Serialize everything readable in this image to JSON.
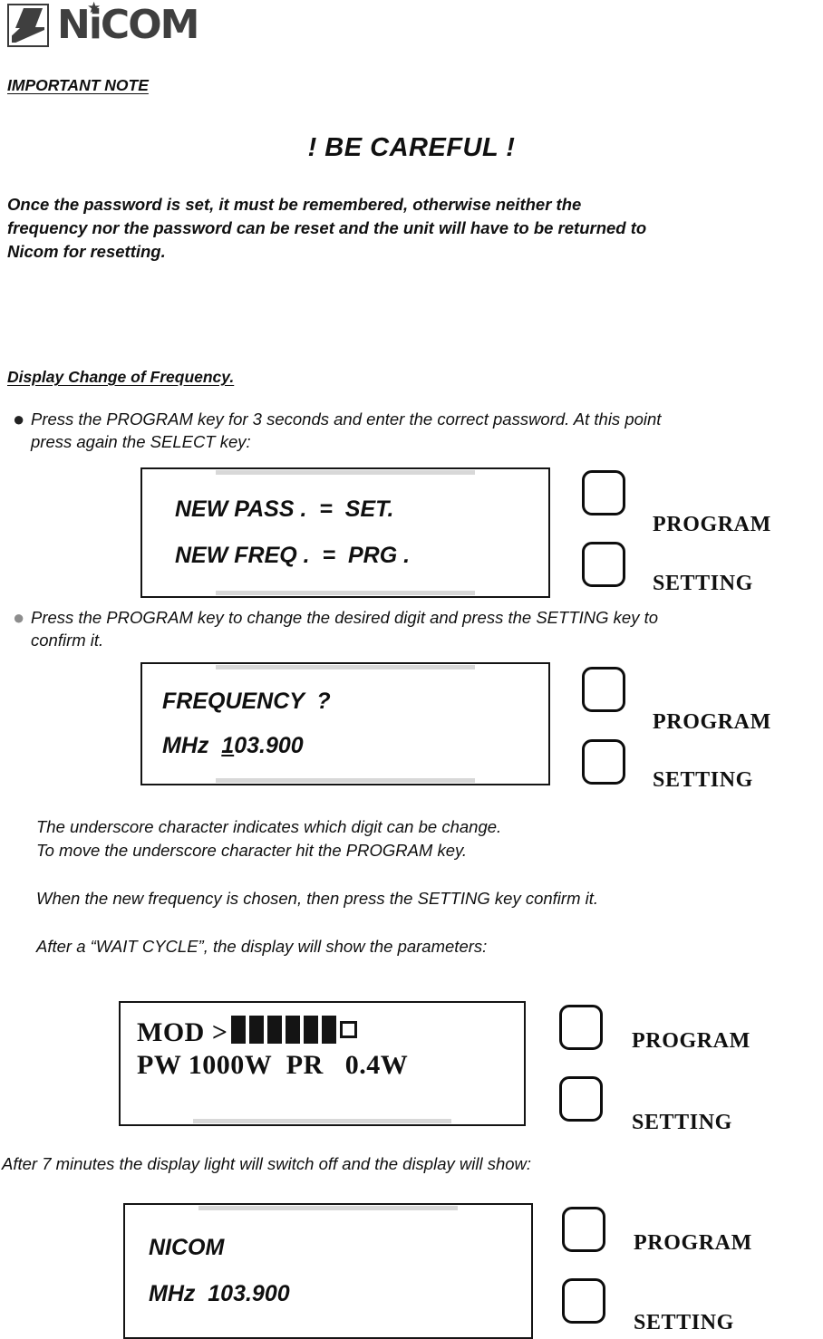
{
  "brand": {
    "logo_text": "NiCOM",
    "logo_star": "★",
    "logo_mark_name": "nicom-wing-logo"
  },
  "sections": {
    "important_note_heading": "IMPORTANT NOTE",
    "careful_title": "! BE CAREFUL !",
    "warning_lines": [
      "Once the password is set, it must be remembered, otherwise neither the",
      "frequency nor the password can be reset and the unit will have to be returned to",
      "Nicom for resetting."
    ],
    "display_change_heading": "Display Change of Frequency.",
    "bullet1_line1": "Press the PROGRAM key for 3 seconds and enter the correct password. At this point",
    "bullet1_line2": "press again the SELECT key:",
    "bullet2_line1": "Press the PROGRAM key to change the desired digit and press the SETTING key to",
    "bullet2_line2": "confirm it.",
    "note_line1": "The underscore character indicates which digit can be change.",
    "note_line2": "To move the underscore character hit the PROGRAM key.",
    "note_line3": "When the new frequency is chosen, then press the SETTING key confirm it.",
    "note_line4": "After a “WAIT CYCLE”, the display will show the parameters:",
    "note_line5": "After 7 minutes the display light will switch off and the display will show:",
    "bullet_glyph": "●"
  },
  "displays": [
    {
      "id": "new-pass-freq",
      "line1": "NEW PASS .  =  SET.",
      "line2": "NEW FREQ .  =  PRG ."
    },
    {
      "id": "frequency-entry",
      "line1": "FREQUENCY  ?",
      "line2_prefix": "MHz  ",
      "line2_underlined_digit": "1",
      "line2_suffix": "03.900"
    },
    {
      "id": "parameters",
      "line1_label": "MOD >",
      "line2": "PW 1000W  PR   0.4W",
      "mod_bars_filled": 6,
      "mod_bars_empty": 1
    },
    {
      "id": "standby",
      "line1": "NICOM",
      "line2": "MHz  103.900"
    }
  ],
  "keys": {
    "program_label": "PROGRAM",
    "setting_label": "SETTING"
  },
  "colors": {
    "ink": "#101010",
    "logo_gray": "#3f3f3f",
    "page_bg": "#ffffff"
  }
}
